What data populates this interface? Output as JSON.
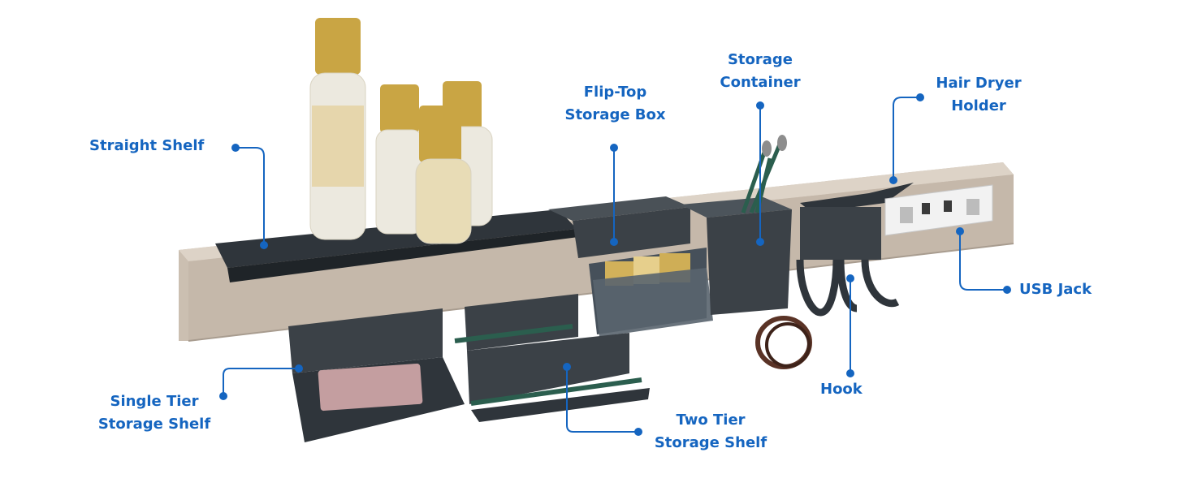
{
  "colors": {
    "accent": "#1565c0",
    "rail": "#cbbfb1",
    "rail_shadow": "#a89c8f",
    "dark_plastic": "#3b4147",
    "gold": "#c9a544",
    "glass": "#e8e6dd"
  },
  "callouts": {
    "straight_shelf": {
      "line1": "Straight Shelf"
    },
    "flip_top": {
      "line1": "Flip-Top",
      "line2": "Storage Box"
    },
    "storage_container": {
      "line1": "Storage",
      "line2": "Container"
    },
    "hair_dryer": {
      "line1": "Hair Dryer",
      "line2": "Holder"
    },
    "usb_jack": {
      "line1": "USB Jack"
    },
    "hook": {
      "line1": "Hook"
    },
    "single_tier": {
      "line1": "Single Tier",
      "line2": "Storage Shelf"
    },
    "two_tier": {
      "line1": "Two Tier",
      "line2": "Storage Shelf"
    }
  }
}
